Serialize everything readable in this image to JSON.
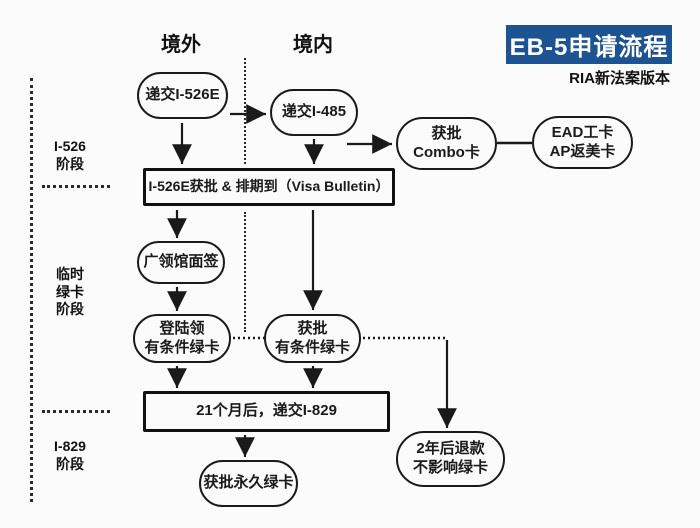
{
  "title": {
    "badge": "EB-5申请流程",
    "subtitle": "RIA新法案版本"
  },
  "columns": {
    "left": "境外",
    "right": "境内"
  },
  "stages": [
    {
      "label": "I-526\n阶段"
    },
    {
      "label": "临时\n绿卡\n阶段"
    },
    {
      "label": "I-829\n阶段"
    }
  ],
  "nodes": {
    "submit_i526e": "递交I-526E",
    "submit_i485": "递交I-485",
    "combo_card": "获批\nCombo卡",
    "ead_ap": "EAD工卡\nAP返美卡",
    "i526e_approved": "I-526E获批 & 排期到（Visa Bulletin）",
    "consulate_interview": "广领馆面签",
    "land_conditional_gc": "登陆领\n有条件绿卡",
    "approved_conditional_gc": "获批\n有条件绿卡",
    "submit_i829": "21个月后，递交I-829",
    "permanent_gc": "获批永久绿卡",
    "refund": "2年后退款\n不影响绿卡"
  },
  "colors": {
    "badge_bg": "#1d5391",
    "ink": "#1a1a1a",
    "background": "#fbfbfb"
  }
}
